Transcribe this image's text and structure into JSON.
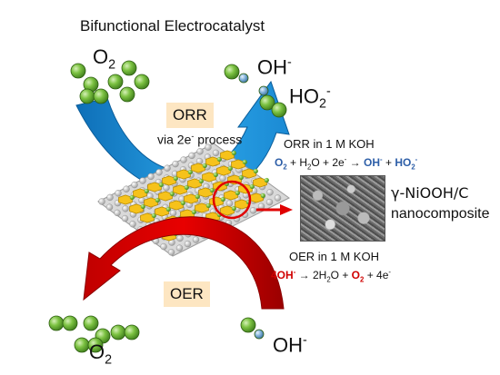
{
  "title": "Bifunctional Electrocatalyst",
  "top": {
    "o2_label": "O",
    "o2_sub": "2",
    "oh_label": "OH",
    "oh_sup": "-",
    "ho2_label": "HO",
    "ho2_sub": "2",
    "ho2_sup": "-"
  },
  "orr": {
    "box_label": "ORR",
    "process": "via 2e",
    "process_sup": "-",
    "process_tail": " process",
    "condition": "ORR in 1 M KOH",
    "eq": {
      "t1": "O",
      "t1_sub": "2",
      "t2": " + H",
      "t2_sub": "2",
      "t3": "O + 2e",
      "t3_sup": "-",
      "arrow": " → ",
      "t4": "OH",
      "t4_sup": "-",
      "plus": " + ",
      "t5": "HO",
      "t5_sub": "2",
      "t5_sup": "-"
    }
  },
  "material": {
    "line1": "γ-NiOOH/C",
    "line2": "nanocomposite"
  },
  "oer": {
    "box_label": "OER",
    "condition": "OER in 1 M KOH",
    "eq": {
      "t1": "4OH",
      "t1_sup": "-",
      "arrow": " → ",
      "t2": "2H",
      "t2_sub": "2",
      "t3": "O + ",
      "t4": "O",
      "t4_sub": "2",
      "t5": " + 4e",
      "t5_sup": "-"
    }
  },
  "bottom": {
    "o2_label": "O",
    "o2_sub": "2",
    "oh_label": "OH",
    "oh_sup": "-"
  },
  "colors": {
    "orr_arrow": "#1f8fd8",
    "oer_arrow": "#e00000",
    "oxygen_atom": "#7cc242",
    "hydrogen_atom": "#7fb0d8",
    "hexagon": "#f6c21b",
    "highlight_circle": "#e00000"
  }
}
